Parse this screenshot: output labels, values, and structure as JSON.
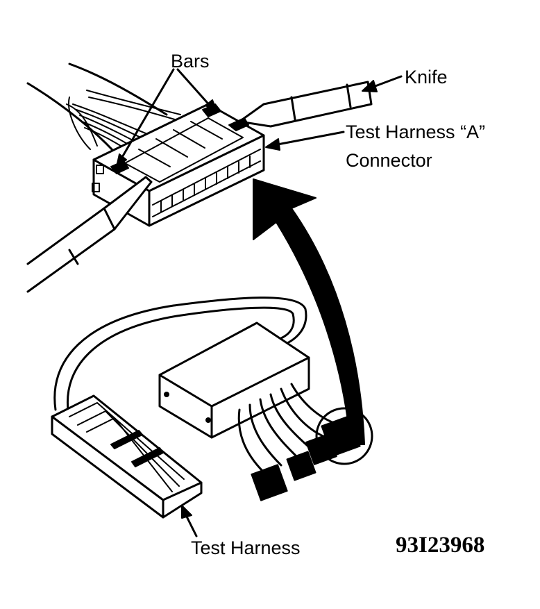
{
  "labels": {
    "bars": "Bars",
    "knife": "Knife",
    "test_harness_a_connector_line1": "Test Harness “A”",
    "test_harness_a_connector_line2": "Connector",
    "test_harness": "Test Harness",
    "figure_id": "93I23968"
  },
  "colors": {
    "ink": "#000000",
    "paper": "#ffffff"
  }
}
